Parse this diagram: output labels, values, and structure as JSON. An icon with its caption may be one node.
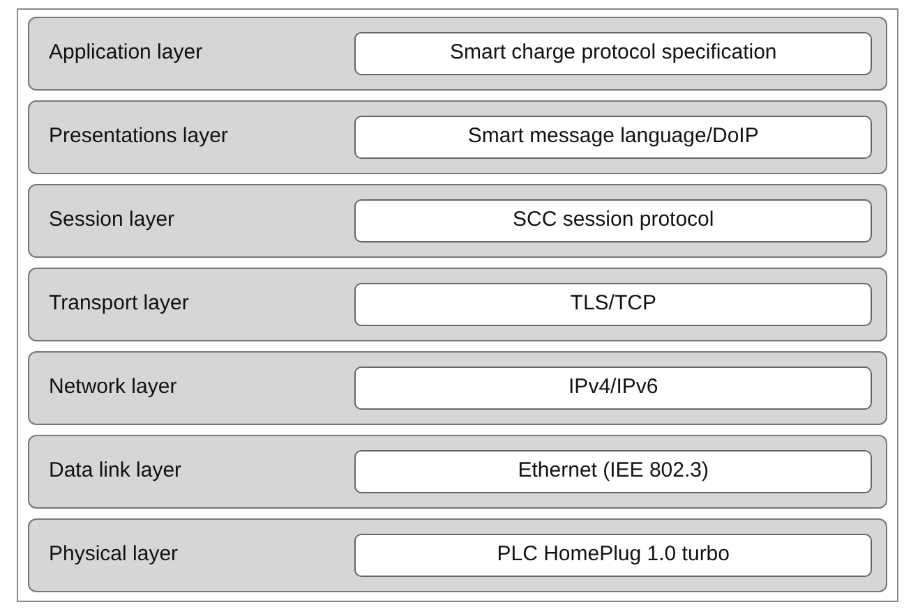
{
  "diagram": {
    "nodes": [
      {
        "text": [],
        "shape": "box"
      },
      {
        "text": [
          "Application layer"
        ],
        "in": 0
      },
      {
        "text": [
          "Smart charge protocol specification"
        ],
        "in": 1
      },
      {
        "text": [
          "Presentations layer"
        ],
        "in": 0
      },
      {
        "text": [
          "Smart message language/DoIP"
        ],
        "in": 3
      },
      {
        "text": [
          "Session layer"
        ],
        "in": 0
      },
      {
        "text": [
          "SCC session protocol"
        ],
        "in": 5
      },
      {
        "text": [
          "Transport layer"
        ],
        "in": 0
      },
      {
        "text": [
          "TLS/TCP"
        ],
        "in": 7
      },
      {
        "text": [
          "Network layer"
        ],
        "in": 0
      },
      {
        "text": [
          "IPv4/IPv6"
        ],
        "in": 9
      },
      {
        "text": [
          "Data link layer"
        ],
        "in": 0
      },
      {
        "text": [
          "Ethernet (IEE 802.3)"
        ],
        "in": 11
      },
      {
        "text": [
          "Physical layer"
        ],
        "in": 0
      },
      {
        "text": [
          "PLC HomePlug 1.0 turbo"
        ],
        "in": 13
      }
    ]
  }
}
